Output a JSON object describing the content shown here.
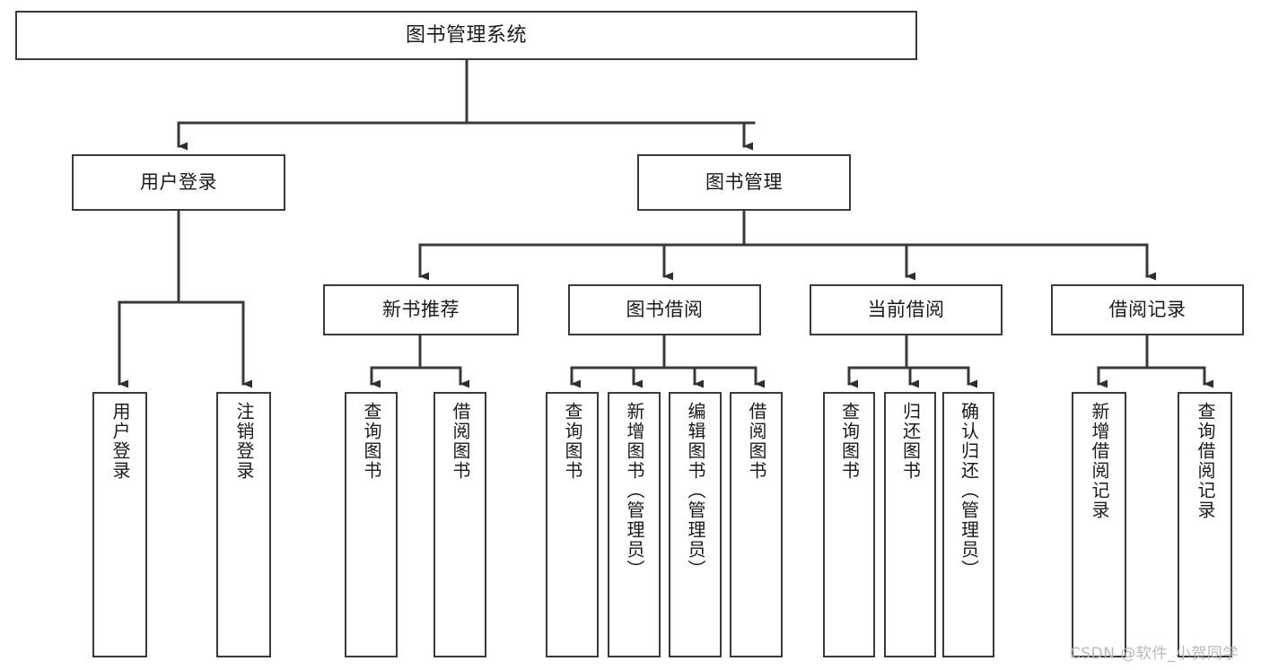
{
  "diagram": {
    "type": "tree-hierarchy-chart",
    "orientation": "top-down",
    "background_color": "#ffffff",
    "line_color": "#3a3a3a",
    "box_border_color": "#3a3a3a",
    "box_fill_color": "#ffffff",
    "text_color": "#1b1b1b",
    "root": {
      "label": "图书管理系统"
    },
    "level2": [
      {
        "label": "用户登录"
      },
      {
        "label": "图书管理"
      }
    ],
    "level3": [
      {
        "label": "新书推荐"
      },
      {
        "label": "图书借阅"
      },
      {
        "label": "当前借阅"
      },
      {
        "label": "借阅记录"
      }
    ],
    "leaves": {
      "user_login": [
        {
          "label": "用户登录"
        },
        {
          "label": "注销登录"
        }
      ],
      "new_book_recommend": [
        {
          "label": "查询图书"
        },
        {
          "label": "借阅图书"
        }
      ],
      "book_borrow": [
        {
          "label": "查询图书"
        },
        {
          "label": "新增图书（管理员）"
        },
        {
          "label": "编辑图书（管理员）"
        },
        {
          "label": "借阅图书"
        }
      ],
      "current_borrow": [
        {
          "label": "查询图书"
        },
        {
          "label": "归还图书"
        },
        {
          "label": "确认归还（管理员）"
        }
      ],
      "borrow_record": [
        {
          "label": "新增借阅记录"
        },
        {
          "label": "查询借阅记录"
        }
      ]
    }
  },
  "watermark": {
    "text": "CSDN @软件_小贺同学",
    "color": "#b9b9b9"
  }
}
